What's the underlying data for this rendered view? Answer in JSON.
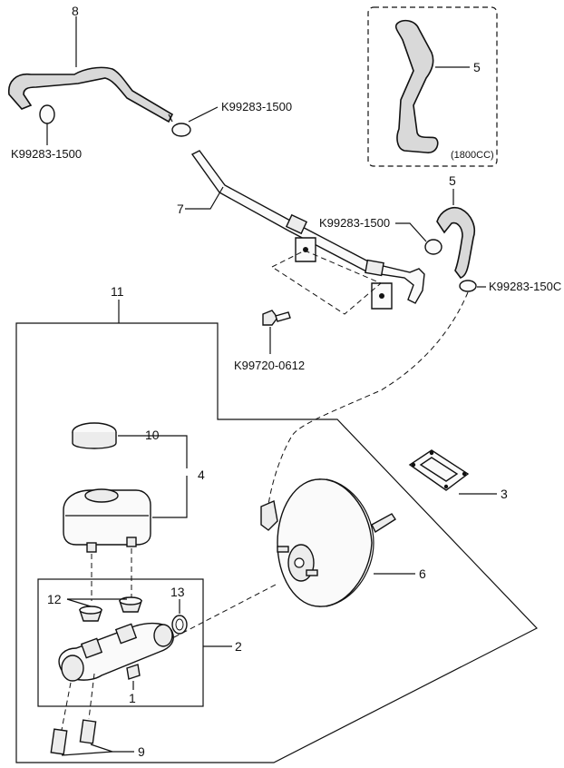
{
  "callouts": {
    "c1": "1",
    "c2": "2",
    "c3": "3",
    "c4": "4",
    "c5_inset": "5",
    "c5_main": "5",
    "c6": "6",
    "c7": "7",
    "c8": "8",
    "c9": "9",
    "c10": "10",
    "c11": "11",
    "c12": "12",
    "c13": "13"
  },
  "part_numbers": {
    "clip_left": "K99283-1500",
    "clip_top": "K99283-1500",
    "clip_mid": "K99283-1500",
    "clip_right": "K99283-150C",
    "bolt": "K99720-0612"
  },
  "inset_note": "(1800CC)"
}
